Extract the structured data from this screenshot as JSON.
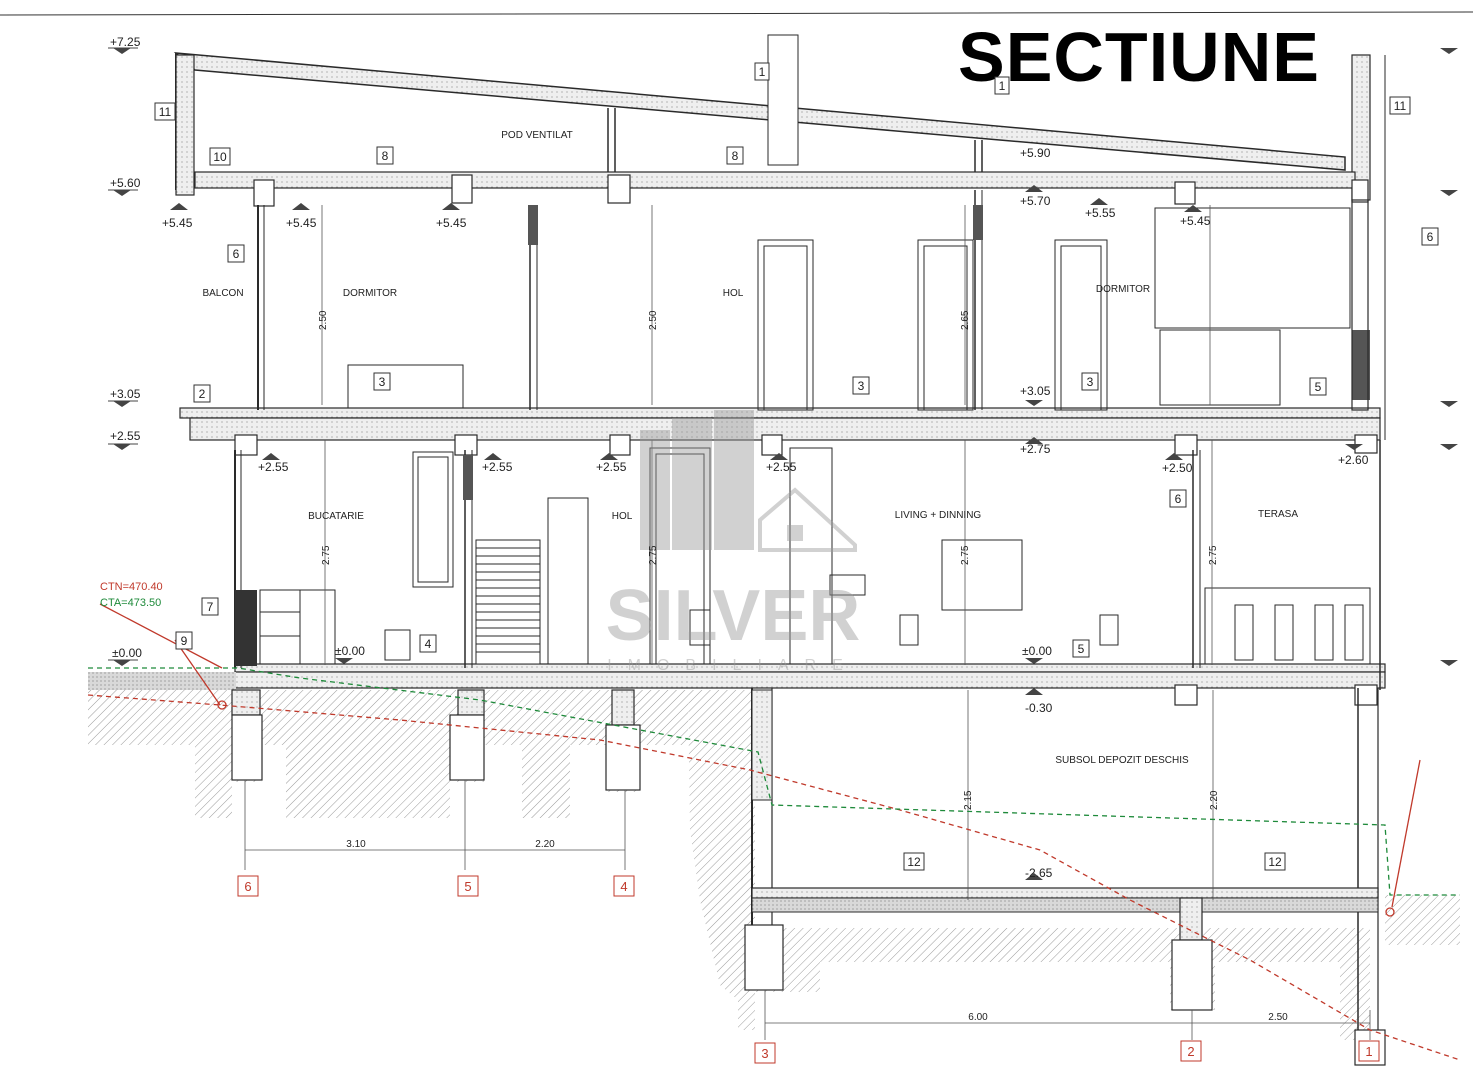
{
  "title": "SECTIUNE",
  "watermark": {
    "brand": "SILVER",
    "sub": "IMOBILIARE"
  },
  "colors": {
    "line": "#2a2a2a",
    "hatch": "#8a8a8a",
    "red": "#c0392b",
    "green": "#1e8a3a",
    "watermark": "#9a9a9a"
  },
  "rooms": [
    {
      "id": "pod",
      "label": "POD VENTILAT"
    },
    {
      "id": "balcon",
      "label": "BALCON"
    },
    {
      "id": "dormitor1",
      "label": "DORMITOR"
    },
    {
      "id": "hol1",
      "label": "HOL"
    },
    {
      "id": "dormitor2",
      "label": "DORMITOR"
    },
    {
      "id": "bucatarie",
      "label": "BUCATARIE"
    },
    {
      "id": "hol0",
      "label": "HOL"
    },
    {
      "id": "living",
      "label": "LIVING + DINNING"
    },
    {
      "id": "terasa",
      "label": "TERASA"
    },
    {
      "id": "subsol",
      "label": "SUBSOL DEPOZIT DESCHIS"
    }
  ],
  "levels": [
    {
      "id": "l1",
      "label": "+7.25"
    },
    {
      "id": "l2",
      "label": "+5.60"
    },
    {
      "id": "l3",
      "label": "+5.45"
    },
    {
      "id": "l4",
      "label": "+5.45"
    },
    {
      "id": "l5",
      "label": "+5.45"
    },
    {
      "id": "l6",
      "label": "+5.90"
    },
    {
      "id": "l7",
      "label": "+5.70"
    },
    {
      "id": "l8",
      "label": "+5.55"
    },
    {
      "id": "l9",
      "label": "+5.45"
    },
    {
      "id": "l10",
      "label": "+3.05"
    },
    {
      "id": "l11",
      "label": "+2.55"
    },
    {
      "id": "l12",
      "label": "+3.05"
    },
    {
      "id": "l13",
      "label": "+2.55"
    },
    {
      "id": "l14",
      "label": "+2.55"
    },
    {
      "id": "l15",
      "label": "+2.55"
    },
    {
      "id": "l16",
      "label": "+2.55"
    },
    {
      "id": "l17",
      "label": "+2.75"
    },
    {
      "id": "l18",
      "label": "+2.50"
    },
    {
      "id": "l19",
      "label": "+2.60"
    },
    {
      "id": "l20",
      "label": "±0.00"
    },
    {
      "id": "l21",
      "label": "±0.00"
    },
    {
      "id": "l22",
      "label": "±0.00"
    },
    {
      "id": "l23",
      "label": "-0.30"
    },
    {
      "id": "l24",
      "label": "-2.65"
    }
  ],
  "terrain": [
    {
      "id": "ctn",
      "label": "CTN=470.40"
    },
    {
      "id": "cta",
      "label": "CTA=473.50"
    }
  ],
  "axes": [
    {
      "id": "a6",
      "label": "6"
    },
    {
      "id": "a5",
      "label": "5"
    },
    {
      "id": "a4",
      "label": "4"
    },
    {
      "id": "a3",
      "label": "3"
    },
    {
      "id": "a2",
      "label": "2"
    },
    {
      "id": "a1",
      "label": "1"
    }
  ],
  "spans": [
    {
      "id": "s1",
      "label": "3.10"
    },
    {
      "id": "s2",
      "label": "2.20"
    },
    {
      "id": "s3",
      "label": "6.00"
    },
    {
      "id": "s4",
      "label": "2.50"
    }
  ],
  "heights": [
    {
      "id": "h1",
      "label": "2.50"
    },
    {
      "id": "h2",
      "label": "2.50"
    },
    {
      "id": "h3",
      "label": "2.65"
    },
    {
      "id": "h4",
      "label": "2.75"
    },
    {
      "id": "h5",
      "label": "2.75"
    },
    {
      "id": "h6",
      "label": "2.75"
    },
    {
      "id": "h7",
      "label": "2.75"
    },
    {
      "id": "h8",
      "label": "2.15"
    },
    {
      "id": "h9",
      "label": "2.20"
    }
  ],
  "layer_tags": [
    {
      "id": "t11a",
      "label": "11"
    },
    {
      "id": "t11b",
      "label": "11"
    },
    {
      "id": "t10",
      "label": "10"
    },
    {
      "id": "t8a",
      "label": "8"
    },
    {
      "id": "t8b",
      "label": "8"
    },
    {
      "id": "t1a",
      "label": "1"
    },
    {
      "id": "t1b",
      "label": "1"
    },
    {
      "id": "t6a",
      "label": "6"
    },
    {
      "id": "t6b",
      "label": "6"
    },
    {
      "id": "t6c",
      "label": "6"
    },
    {
      "id": "t3a",
      "label": "3"
    },
    {
      "id": "t3b",
      "label": "3"
    },
    {
      "id": "t3c",
      "label": "3"
    },
    {
      "id": "t2",
      "label": "2"
    },
    {
      "id": "t5a",
      "label": "5"
    },
    {
      "id": "t5b",
      "label": "5"
    },
    {
      "id": "t7",
      "label": "7"
    },
    {
      "id": "t9",
      "label": "9"
    },
    {
      "id": "t4",
      "label": "4"
    },
    {
      "id": "t12a",
      "label": "12"
    },
    {
      "id": "t12b",
      "label": "12"
    }
  ]
}
